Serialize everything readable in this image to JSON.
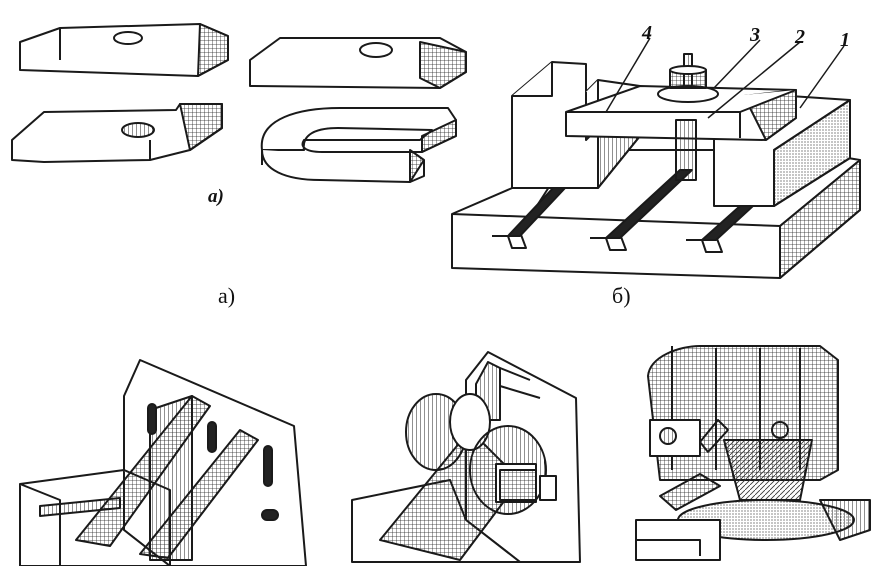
{
  "labels": {
    "panel_a_italic": "а)",
    "panel_a_caption": "а)",
    "panel_b_caption": "б)"
  },
  "part_numbers": {
    "n1": "1",
    "n2": "2",
    "n3": "3",
    "n4": "4"
  },
  "colors": {
    "ink": "#1a1a1a",
    "paper": "#ffffff"
  }
}
